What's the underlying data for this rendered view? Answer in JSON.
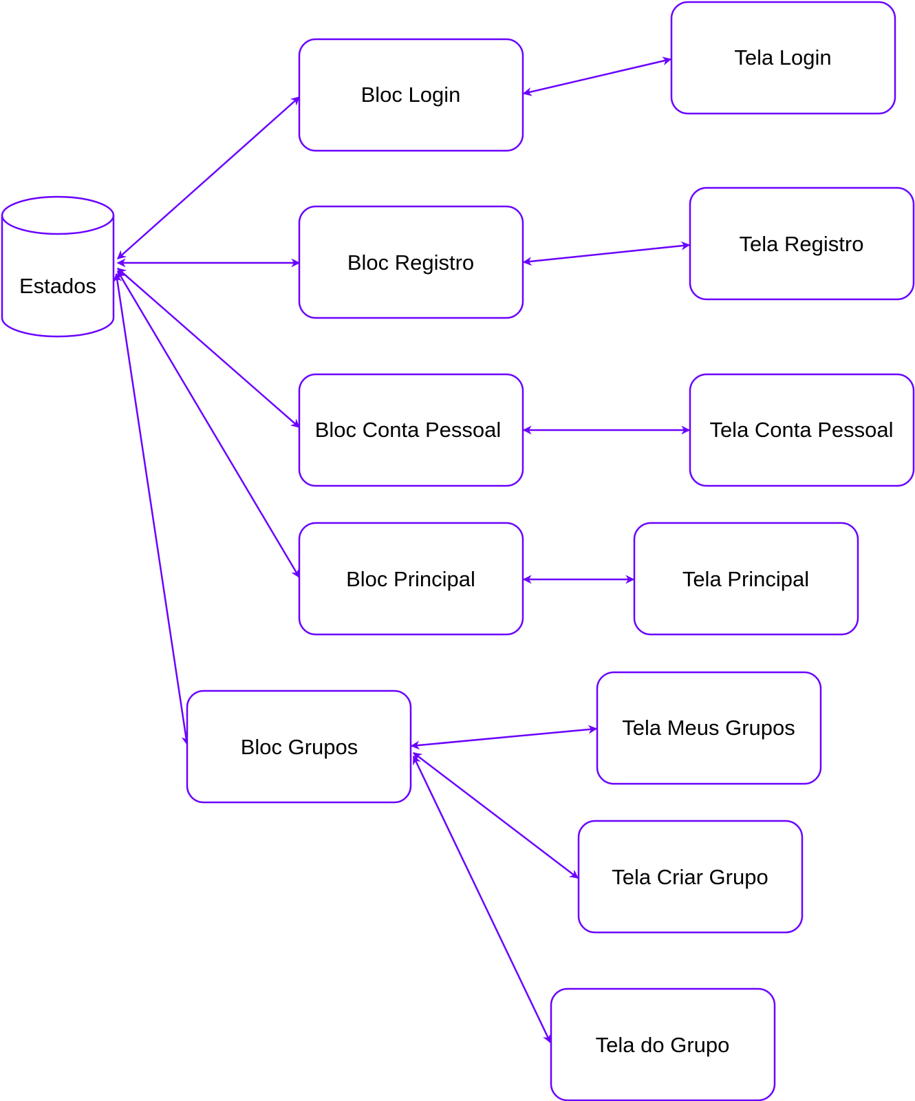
{
  "diagram": {
    "stroke_color": "#6a00ff",
    "text_color": "#000000",
    "background": "#ffffff",
    "nodes": {
      "estados": "Estados",
      "bloc_login": "Bloc Login",
      "bloc_registro": "Bloc Registro",
      "bloc_conta_pessoal": "Bloc Conta Pessoal",
      "bloc_principal": "Bloc Principal",
      "bloc_grupos": "Bloc Grupos",
      "tela_login": "Tela Login",
      "tela_registro": "Tela Registro",
      "tela_conta_pessoal": "Tela Conta Pessoal",
      "tela_principal": "Tela Principal",
      "tela_meus_grupos": "Tela Meus Grupos",
      "tela_criar_grupo": "Tela Criar Grupo",
      "tela_do_grupo": "Tela do Grupo"
    },
    "edges": [
      {
        "from": "estados",
        "to": "bloc_login",
        "bidirectional": true
      },
      {
        "from": "estados",
        "to": "bloc_registro",
        "bidirectional": true
      },
      {
        "from": "estados",
        "to": "bloc_conta_pessoal",
        "bidirectional": true
      },
      {
        "from": "estados",
        "to": "bloc_principal",
        "bidirectional": true
      },
      {
        "from": "estados",
        "to": "bloc_grupos",
        "bidirectional": true
      },
      {
        "from": "bloc_login",
        "to": "tela_login",
        "bidirectional": true
      },
      {
        "from": "bloc_registro",
        "to": "tela_registro",
        "bidirectional": true
      },
      {
        "from": "bloc_conta_pessoal",
        "to": "tela_conta_pessoal",
        "bidirectional": true
      },
      {
        "from": "bloc_principal",
        "to": "tela_principal",
        "bidirectional": true
      },
      {
        "from": "bloc_grupos",
        "to": "tela_meus_grupos",
        "bidirectional": true
      },
      {
        "from": "bloc_grupos",
        "to": "tela_criar_grupo",
        "bidirectional": true
      },
      {
        "from": "bloc_grupos",
        "to": "tela_do_grupo",
        "bidirectional": true
      }
    ]
  }
}
